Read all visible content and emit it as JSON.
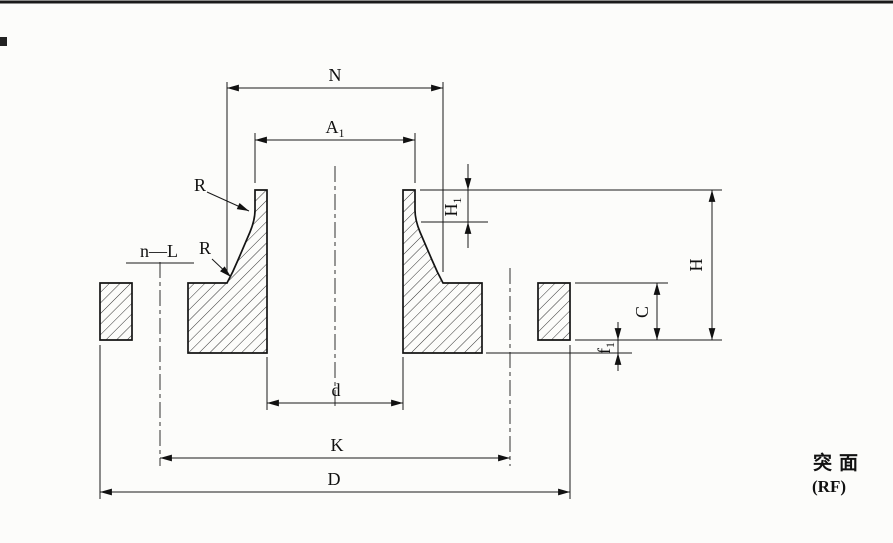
{
  "drawing": {
    "face_label": {
      "name": "突面",
      "code": "(RF)"
    },
    "labels": {
      "N": "N",
      "A1": {
        "main": "A",
        "sub": "1"
      },
      "H1": {
        "main": "H",
        "sub": "1"
      },
      "H": "H",
      "C": "C",
      "f1": {
        "main": "f",
        "sub": "1"
      },
      "d": "d",
      "K": "K",
      "D": "D",
      "R_upper": "R",
      "R_lower": "R",
      "n_L": "n—L"
    },
    "colors": {
      "ink": "#141414",
      "paper": "#fcfcfa"
    }
  }
}
